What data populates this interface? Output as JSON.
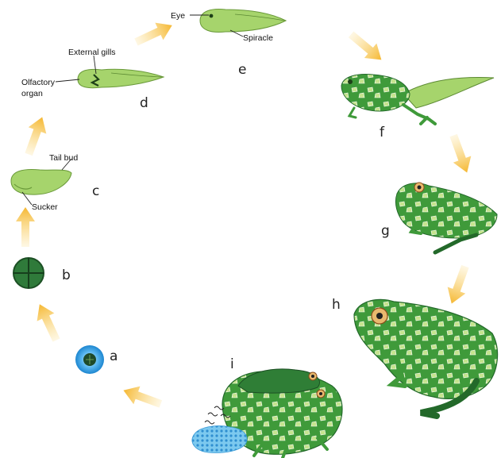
{
  "stages": {
    "a": "a",
    "b": "b",
    "c": "c",
    "d": "d",
    "e": "e",
    "f": "f",
    "g": "g",
    "h": "h",
    "i": "i"
  },
  "labels": {
    "eye": "Eye",
    "spiracle": "Spiracle",
    "external_gills": "External gills",
    "olfactory_organ_line1": "Olfactory",
    "olfactory_organ_line2": "organ",
    "tail_bud": "Tail bud",
    "sucker": "Sucker"
  },
  "colors": {
    "arrow": "#f7c24a",
    "frog_green": "#3f9a3a",
    "frog_dark": "#23692a",
    "spot": "#bfe08a",
    "tadpole": "#9fd06a",
    "egg_blue": "#2f9fe0",
    "spawn_blue": "#5ab8e8"
  }
}
